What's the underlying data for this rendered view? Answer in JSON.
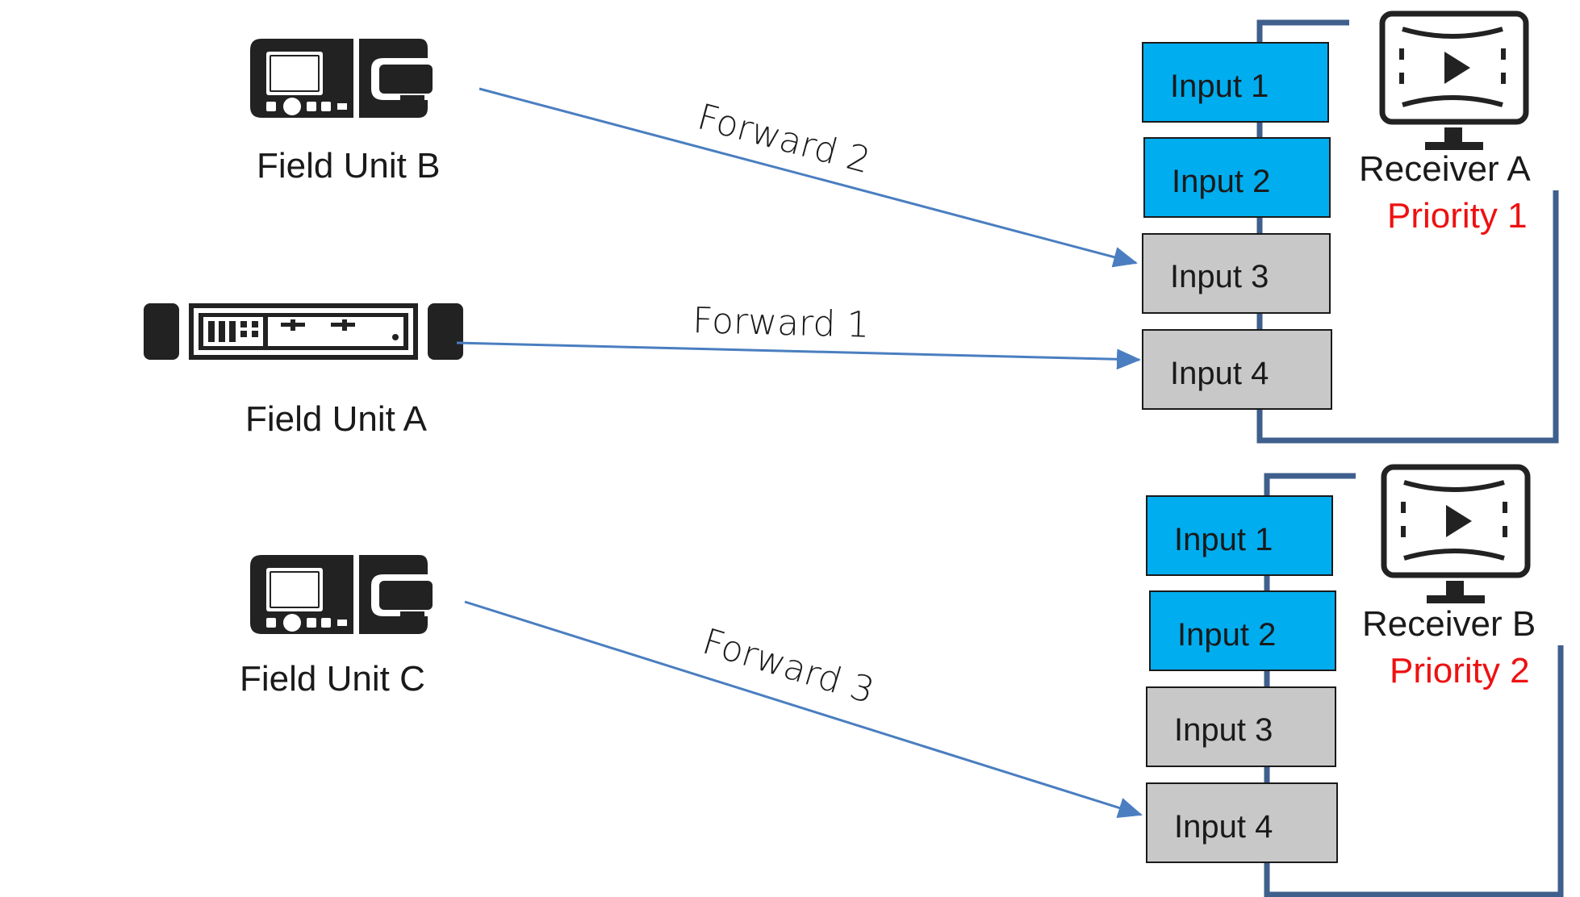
{
  "colors": {
    "input_active": "#00adef",
    "input_inactive": "#c8c8c8",
    "connector": "#3f5f8c",
    "arrow": "#4a7ec0",
    "priority": "#ee1111",
    "device": "#222222"
  },
  "field_units": [
    {
      "label": "Field Unit B",
      "icon": "field-unit-portable-icon"
    },
    {
      "label": "Field Unit A",
      "icon": "field-unit-rack-icon"
    },
    {
      "label": "Field Unit C",
      "icon": "field-unit-portable-icon"
    }
  ],
  "receivers": [
    {
      "label": "Receiver A",
      "priority": "Priority 1",
      "icon": "monitor-play-icon",
      "inputs": [
        {
          "label": "Input 1",
          "active": true
        },
        {
          "label": "Input 2",
          "active": true
        },
        {
          "label": "Input 3",
          "active": false
        },
        {
          "label": "Input 4",
          "active": false
        }
      ]
    },
    {
      "label": "Receiver B",
      "priority": "Priority 2",
      "icon": "monitor-play-icon",
      "inputs": [
        {
          "label": "Input 1",
          "active": true
        },
        {
          "label": "Input 2",
          "active": true
        },
        {
          "label": "Input 3",
          "active": false
        },
        {
          "label": "Input 4",
          "active": false
        }
      ]
    }
  ],
  "forwards": [
    {
      "label": "Forward 2",
      "from": "Field Unit B",
      "to": "Receiver A / Input 3"
    },
    {
      "label": "Forward 1",
      "from": "Field Unit A",
      "to": "Receiver A / Input 4"
    },
    {
      "label": "Forward 3",
      "from": "Field Unit C",
      "to": "Receiver B / Input 4"
    }
  ]
}
